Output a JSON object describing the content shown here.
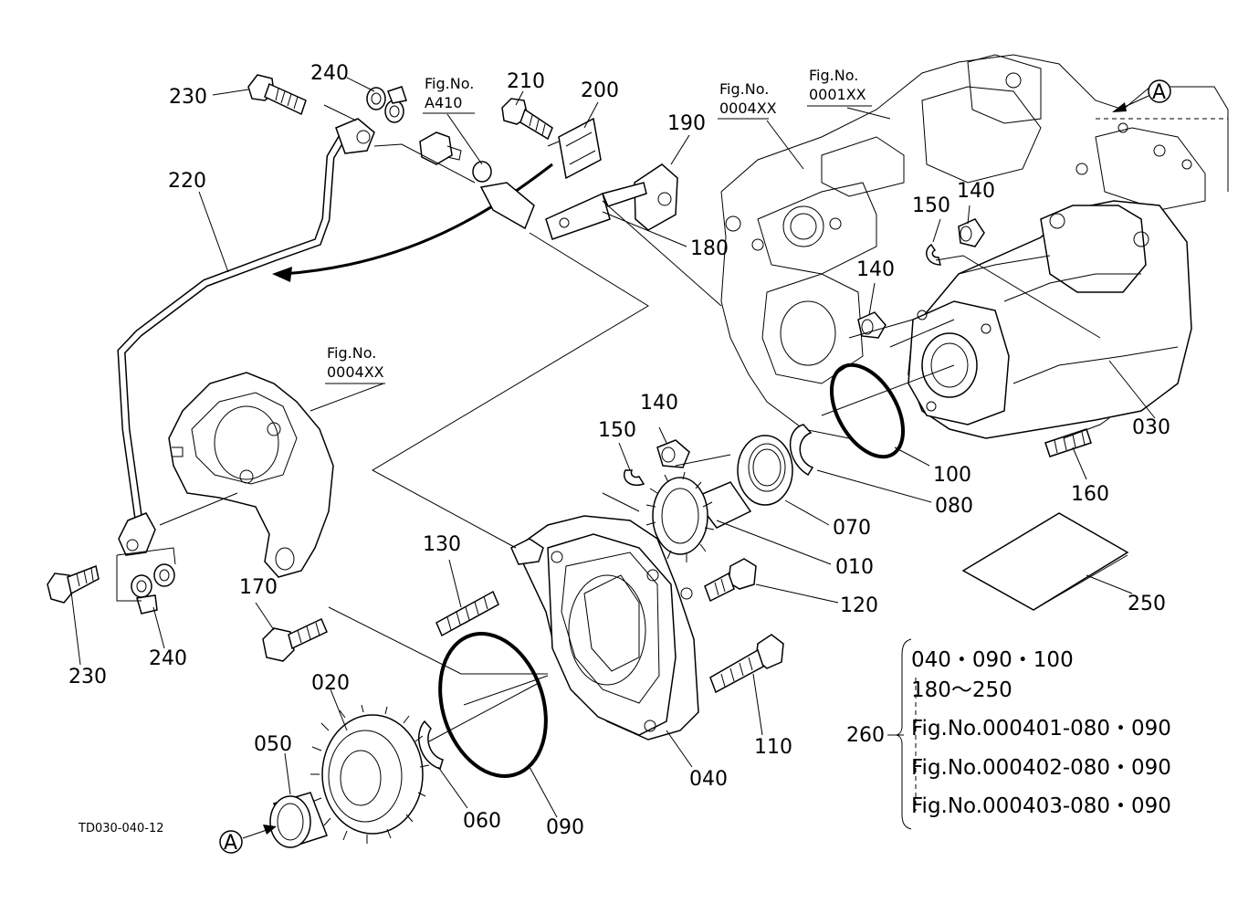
{
  "diagram_code": "TD030-040-12",
  "view_marker": "A",
  "fig_refs": [
    {
      "name": "fig-ref-a410",
      "prefix": "Fig.No.",
      "code": "A410"
    },
    {
      "name": "fig-ref-0004xx-top",
      "prefix": "Fig.No.",
      "code": "0004XX"
    },
    {
      "name": "fig-ref-0001xx",
      "prefix": "Fig.No.",
      "code": "0001XX"
    },
    {
      "name": "fig-ref-0004xx-mid",
      "prefix": "Fig.No.",
      "code": "0004XX"
    }
  ],
  "part_labels": {
    "p010": "010",
    "p020": "020",
    "p030": "030",
    "p040": "040",
    "p050": "050",
    "p060": "060",
    "p070": "070",
    "p080": "080",
    "p090": "090",
    "p100": "100",
    "p110": "110",
    "p120": "120",
    "p130": "130",
    "p140_top": "140",
    "p140_mid": "140",
    "p140_low": "140",
    "p150_top": "150",
    "p150_low": "150",
    "p160": "160",
    "p170": "170",
    "p180": "180",
    "p190": "190",
    "p200": "200",
    "p210": "210",
    "p220": "220",
    "p230_top": "230",
    "p230_low": "230",
    "p240_top": "240",
    "p240_low": "240",
    "p250": "250",
    "p260": "260"
  },
  "kit_notes": [
    "040・090・100",
    "180～250",
    "Fig.No.000401-080・090",
    "Fig.No.000402-080・090",
    "Fig.No.000403-080・090"
  ]
}
